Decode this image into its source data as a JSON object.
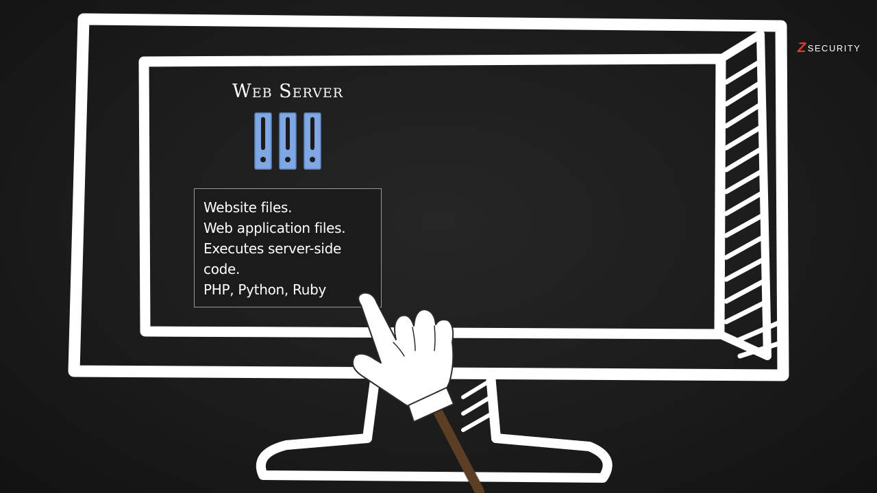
{
  "brand": {
    "logo_text": "SECURITY",
    "logo_mark": "Z"
  },
  "web_server": {
    "title": "Web Server",
    "icon": "server-rack-icon",
    "details": [
      "Website files.",
      "Web application files.",
      "Executes server-side",
      "code.",
      "PHP, Python, Ruby"
    ]
  },
  "pointer": {
    "icon": "pointing-hand-icon"
  },
  "colors": {
    "background": "#1c1c1c",
    "chalk": "#ffffff",
    "server_blue": "#7fa7e3",
    "logo_accent": "#e03a3a",
    "box_border": "#9a9a9a"
  }
}
